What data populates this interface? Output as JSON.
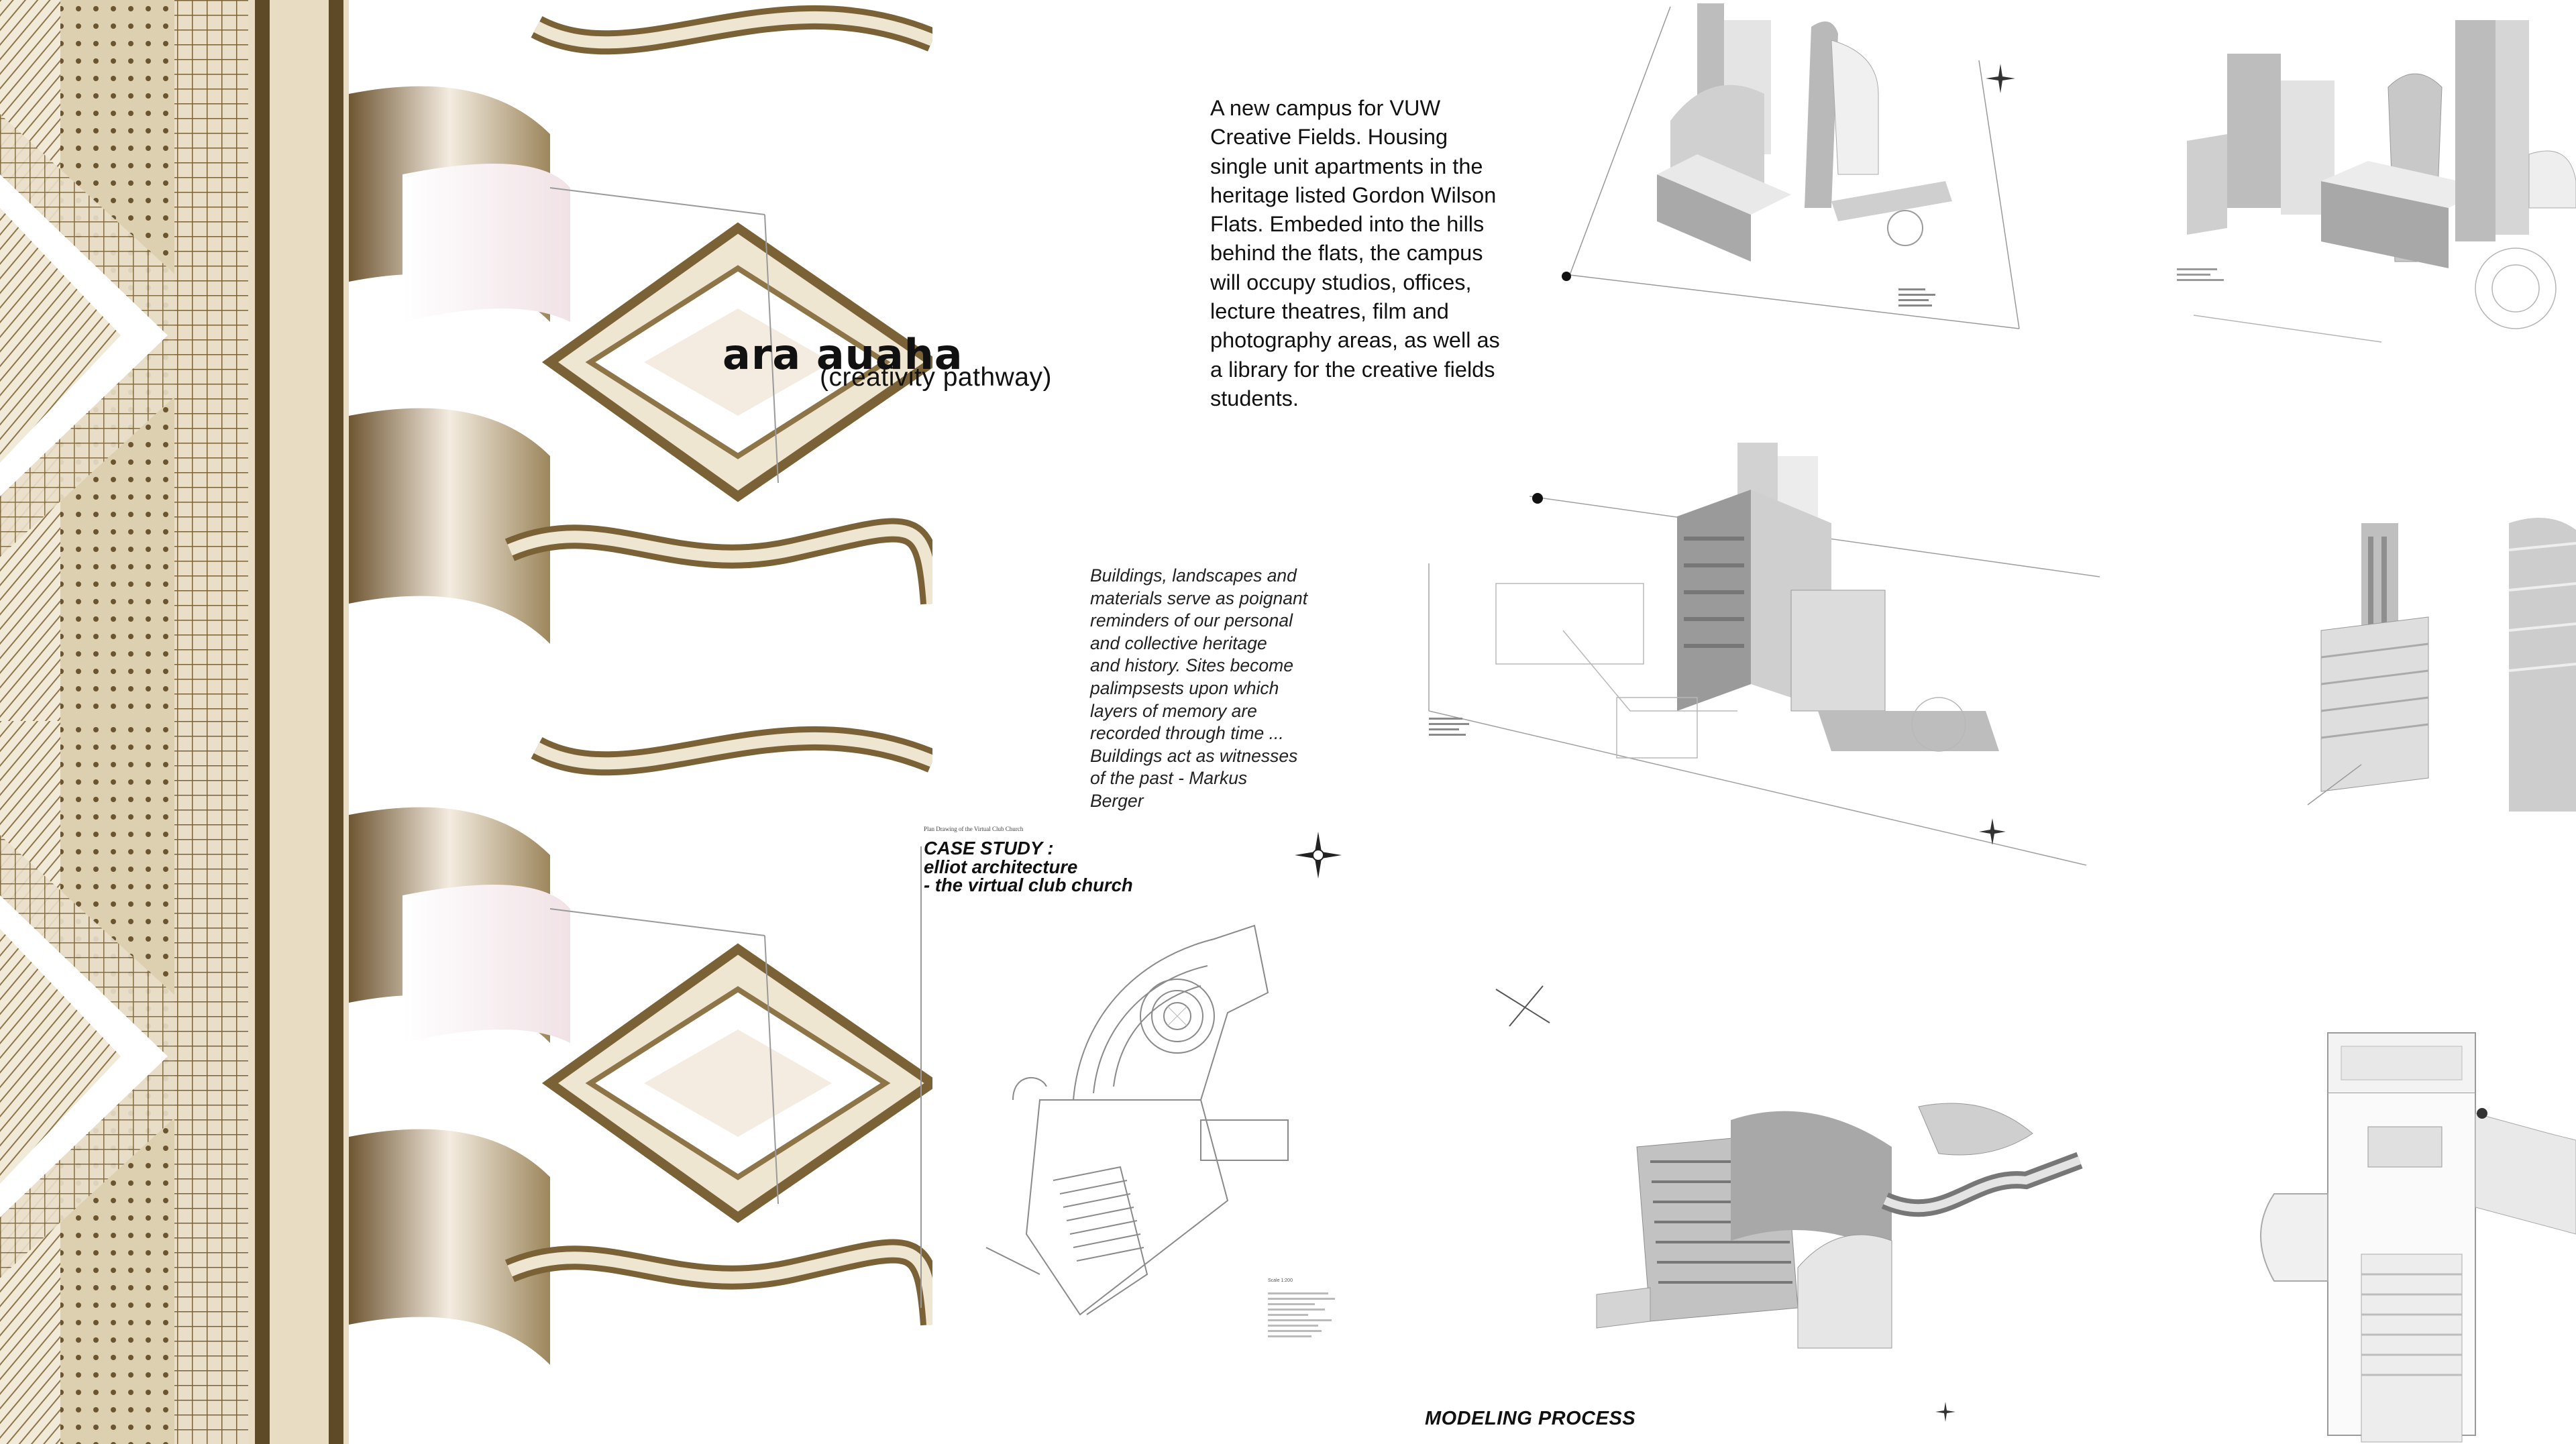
{
  "title": {
    "main": "ara auaha",
    "sub": "(creativity pathway)"
  },
  "intro": {
    "lines": [
      "A new campus for VUW",
      "Creative Fields. Housing",
      "single unit apartments in the",
      "heritage listed Gordon Wilson",
      "Flats. Embeded into the hills",
      "behind the flats, the campus",
      "will occupy studios, offices,",
      "lecture theatres, film and",
      "photography areas, as well as",
      "a library for the creative fields",
      "students."
    ]
  },
  "quote": {
    "lines": [
      "Buildings, landscapes and",
      "materials serve as poignant",
      "reminders of our personal",
      "and collective heritage",
      "and history. Sites become",
      "palimpsests upon which",
      "layers of memory are",
      "recorded through time ...",
      "Buildings act as witnesses",
      "of the past  -  Markus",
      "Berger"
    ]
  },
  "case_study": {
    "small_note": "Plan Drawing of the Virtual Club Church",
    "lines": [
      "CASE STUDY :",
      "elliot architecture",
      "- the virtual club church"
    ],
    "scale_label": "Scale 1:200"
  },
  "footer": {
    "modeling_label": "MODELING PROCESS"
  },
  "colors": {
    "sepia": "#7a6236",
    "sepia_light": "#c8b690",
    "sepia_pale": "#efe6d2",
    "blush": "#f6ecee",
    "line_gray": "#9a9a9a",
    "model_gray": "#b5b5b5"
  },
  "icons": {
    "compass": "compass-rose-icon",
    "north": "north-arrow-icon"
  }
}
